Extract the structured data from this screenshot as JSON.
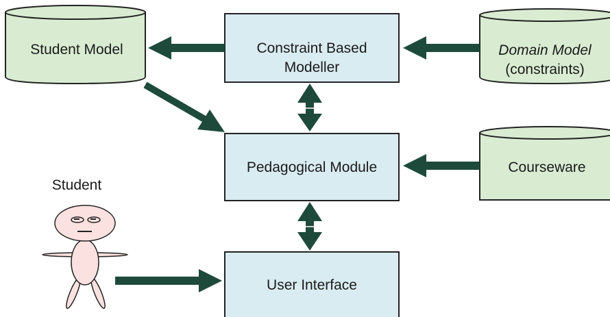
{
  "diagram": {
    "nodes": {
      "student_model": {
        "label": "Student Model",
        "fill": "#d9ecd2"
      },
      "cbm": {
        "line1": "Constraint Based",
        "line2": "Modeller",
        "fill": "#d9ecf2"
      },
      "domain_model": {
        "line1": "Domain Model",
        "line2": "(constraints)",
        "fill": "#d9ecd2"
      },
      "pedagogical": {
        "label": "Pedagogical Module",
        "fill": "#d9ecf2"
      },
      "courseware": {
        "label": "Courseware",
        "fill": "#d9ecd2"
      },
      "ui": {
        "label": "User Interface",
        "fill": "#d9ecf2"
      },
      "student": {
        "label": "Student",
        "fill": "#fbe1df"
      }
    },
    "edges": [
      {
        "from": "Constraint Based Modeller",
        "to": "Student Model",
        "type": "arrow"
      },
      {
        "from": "Domain Model",
        "to": "Constraint Based Modeller",
        "type": "arrow"
      },
      {
        "from": "Student Model",
        "to": "Pedagogical Module",
        "type": "arrow"
      },
      {
        "from": "Courseware",
        "to": "Pedagogical Module",
        "type": "arrow"
      },
      {
        "from": "Constraint Based Modeller",
        "to": "Pedagogical Module",
        "type": "bidirectional"
      },
      {
        "from": "Pedagogical Module",
        "to": "User Interface",
        "type": "bidirectional"
      },
      {
        "from": "Student",
        "to": "User Interface",
        "type": "arrow"
      }
    ],
    "colors": {
      "arrow": "#1e4a3c",
      "border": "#222222"
    }
  }
}
